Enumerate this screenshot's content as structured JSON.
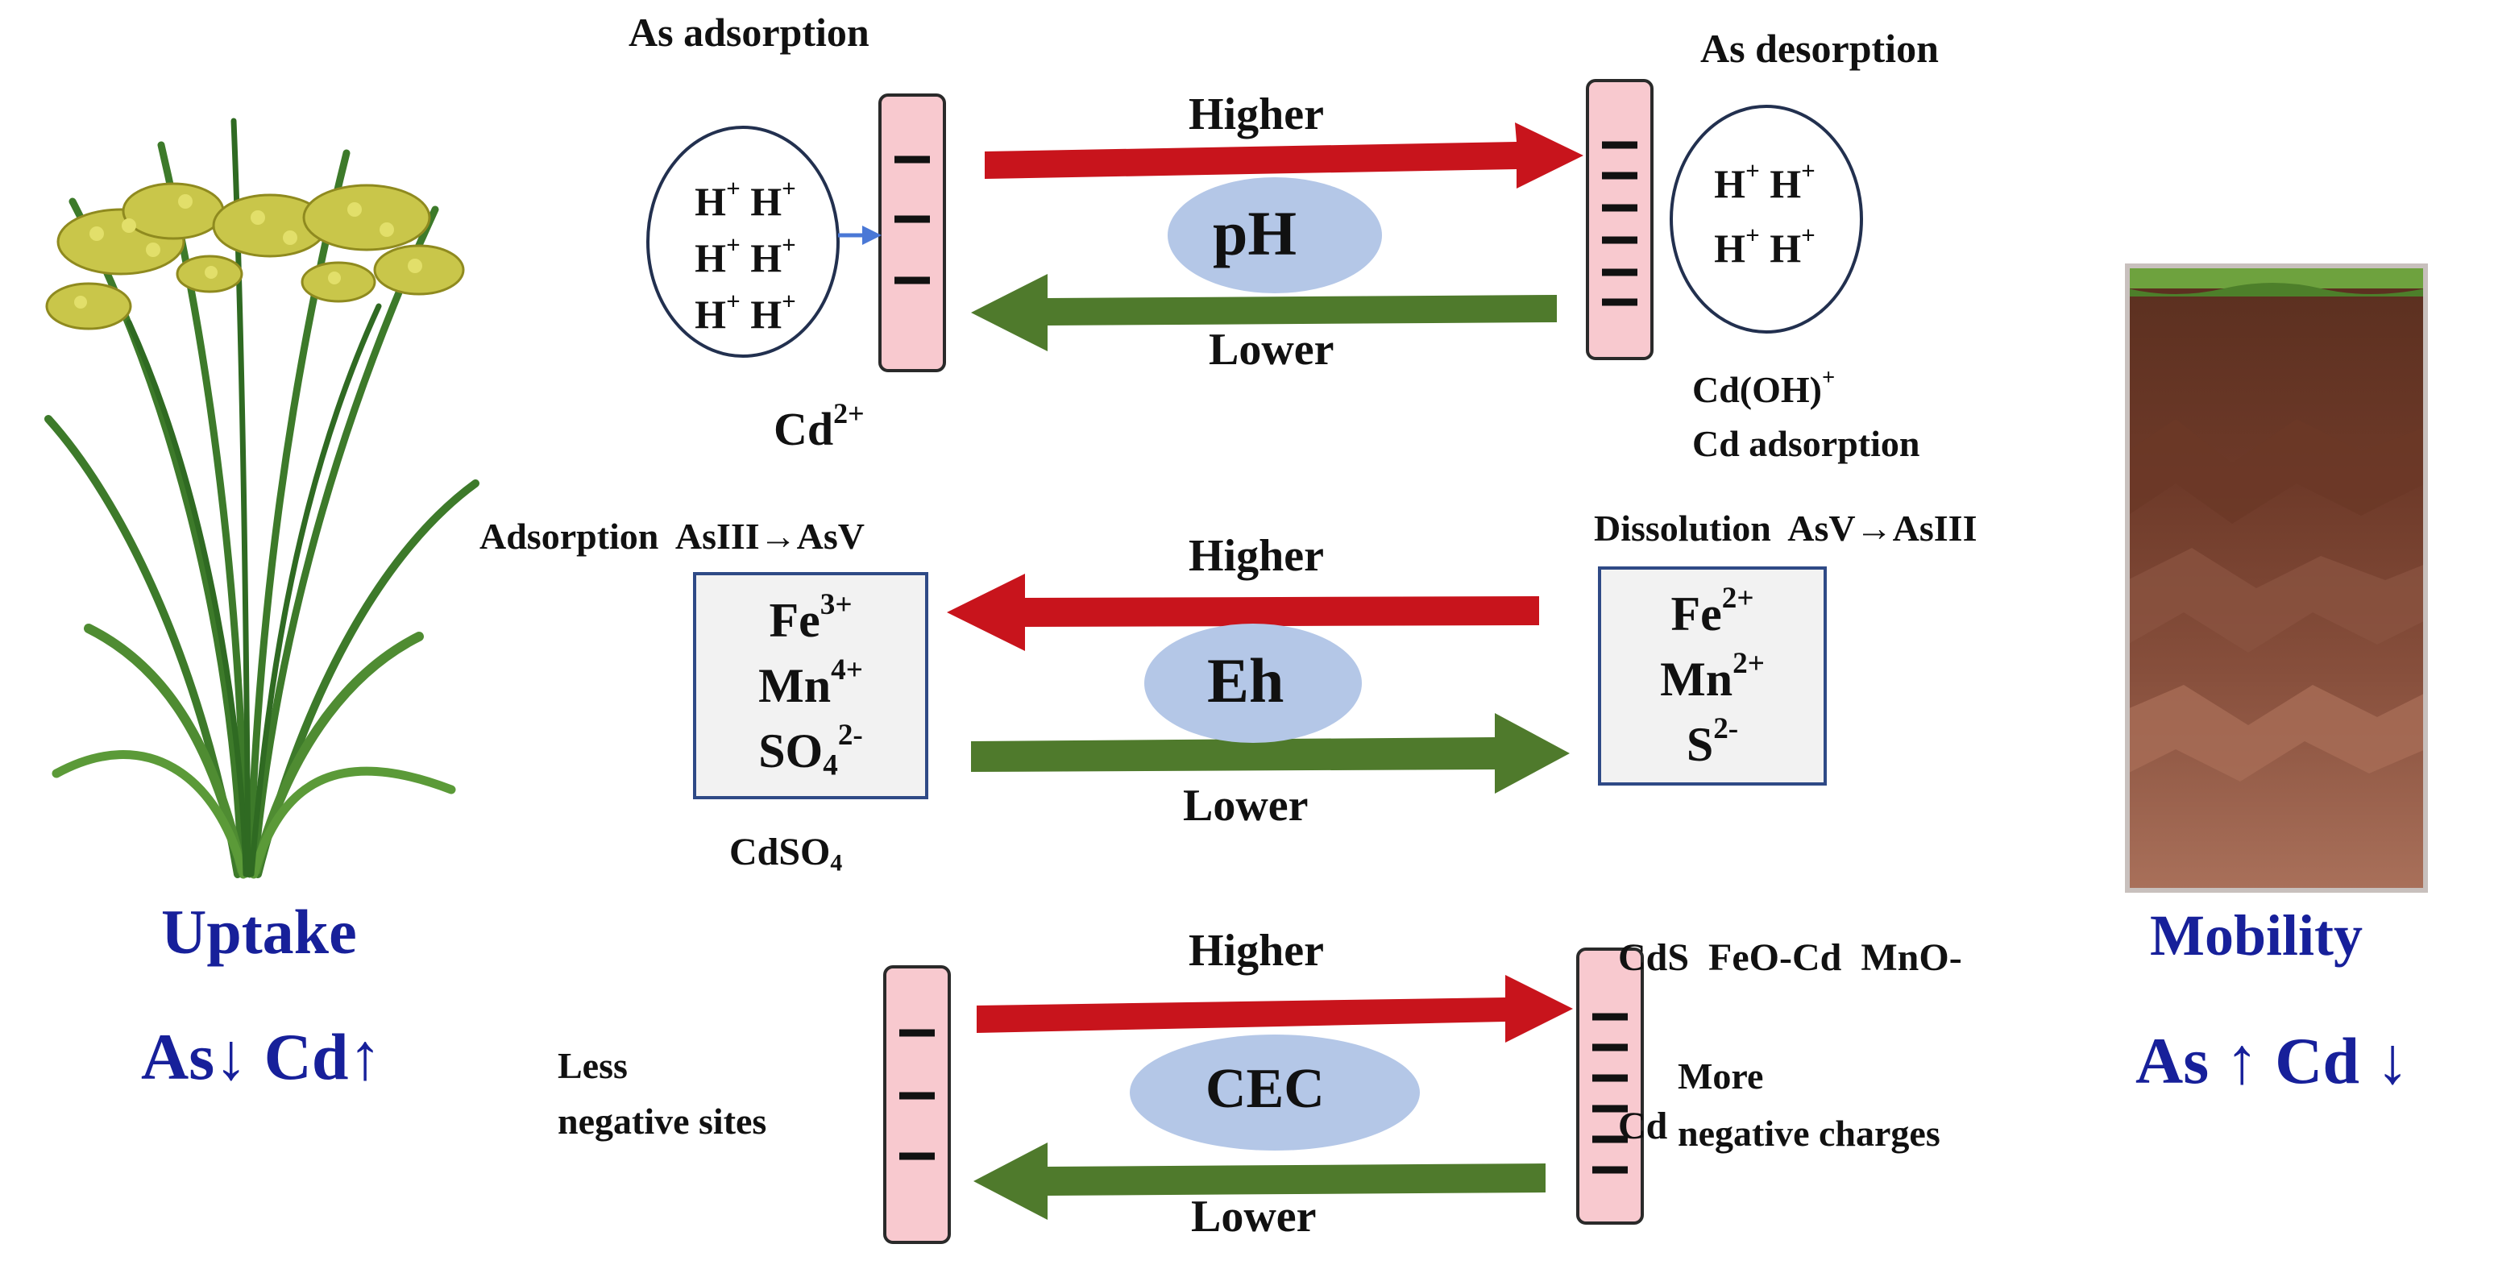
{
  "colors": {
    "higher_arrow": "#c8141c",
    "lower_arrow": "#4f7a2c",
    "factor_ellipse": "#b4c7e7",
    "charge_plate": "#f8c9cf",
    "ion_box_border": "#2f4a86",
    "ion_box_fill": "#f2f2f2",
    "title_blue": "#17209a"
  },
  "icons": {
    "plant": "rice-plant-illustration",
    "soil": "soil-profile-illustration"
  },
  "left": {
    "title": "Uptake",
    "as_label": "As↓",
    "cd_label": "Cd↑"
  },
  "right": {
    "title": "Mobility",
    "as_label": "As ↑",
    "cd_label": "Cd ↓"
  },
  "ph_section": {
    "factor": "pH",
    "higher": "Higher",
    "lower": "Lower",
    "left_title": "As adsorption",
    "right_title": "As desorption",
    "proton": "H",
    "proton_charge": "+",
    "left_cation": "Cd",
    "left_cation_charge": "2+",
    "right_species": "Cd(OH)",
    "right_species_charge": "+",
    "right_caption": "Cd adsorption"
  },
  "eh_section": {
    "factor": "Eh",
    "higher": "Higher",
    "lower": "Lower",
    "left_caption": "Adsorption  AsIII→AsV",
    "right_caption": "Dissolution  AsV→AsIII",
    "left_ions": {
      "fe": "Fe",
      "fe_charge": "3+",
      "mn": "Mn",
      "mn_charge": "4+",
      "so": "SO",
      "so_sub": "4",
      "so_charge": "2-"
    },
    "right_ions": {
      "fe": "Fe",
      "fe_charge": "2+",
      "mn": "Mn",
      "mn_charge": "2+",
      "s": "S",
      "s_charge": "2-"
    },
    "left_product": "CdSO",
    "left_product_sub": "4",
    "right_products_line1": "CdS  FeO-Cd  MnO-",
    "right_products_line2": "Cd"
  },
  "cec_section": {
    "factor": "CEC",
    "higher": "Higher",
    "lower": "Lower",
    "left_line1": "Less",
    "left_line2": "negative sites",
    "right_line1": "More",
    "right_line2": "negative charges"
  }
}
